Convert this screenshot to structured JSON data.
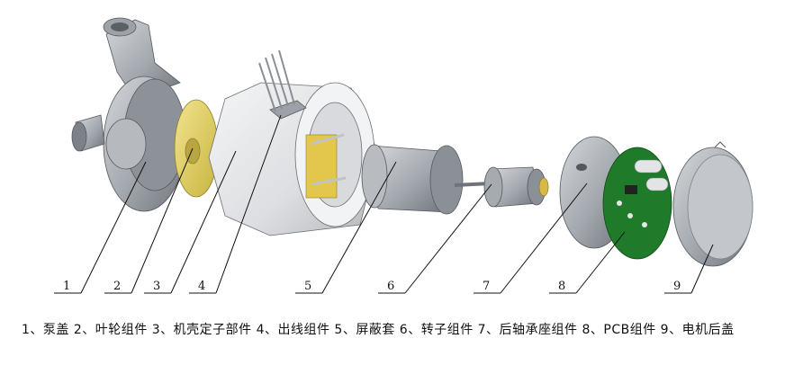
{
  "callouts": [
    {
      "number": "1"
    },
    {
      "number": "2"
    },
    {
      "number": "3"
    },
    {
      "number": "4"
    },
    {
      "number": "5"
    },
    {
      "number": "6"
    },
    {
      "number": "7"
    },
    {
      "number": "8"
    },
    {
      "number": "9"
    }
  ],
  "caption": "1、泵盖  2、叶轮组件  3、机壳定子部件  4、出线组件  5、屏蔽套  6、转子组件 7、后轴承座组件 8、PCB组件 9、电机后盖",
  "colors": {
    "metal": "#a9adb3",
    "metal_dark": "#7f848b",
    "shell": "#e6e7e9",
    "impeller": "#e4d36a",
    "pcb": "#1f7a2a",
    "copper": "#c9a640"
  }
}
